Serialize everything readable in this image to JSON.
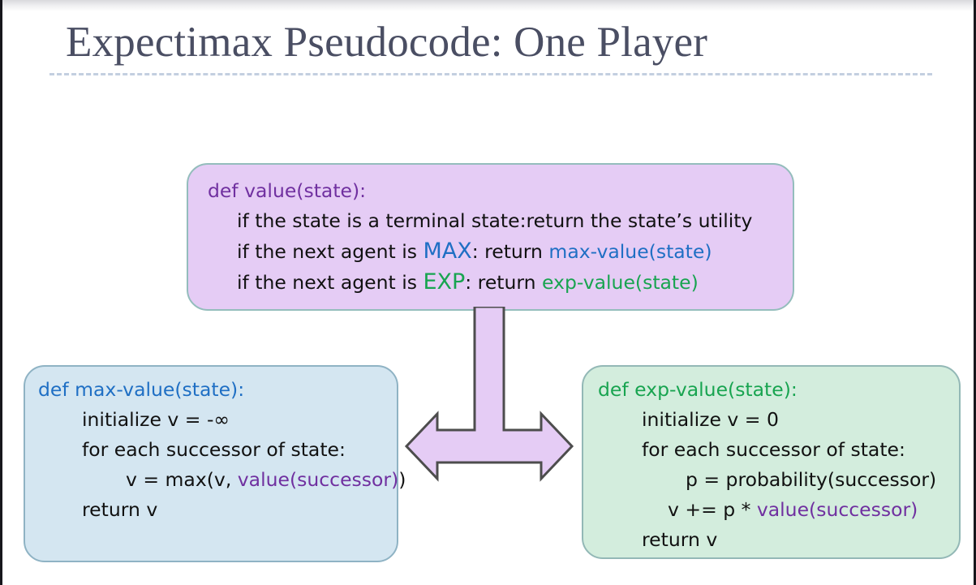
{
  "slide": {
    "title": "Expectimax Pseudocode: One Player",
    "title_color": "#4a4e63",
    "rule_color": "#c3cfe0",
    "background": "#ffffff"
  },
  "colors": {
    "purple_text": "#7030a0",
    "blue_text": "#1f6fc4",
    "green_text": "#18a450",
    "body_text": "#111111",
    "purple_box_fill": "#e5ccf5",
    "purple_box_border": "#94bdbc",
    "blue_box_fill": "#d4e6f1",
    "blue_box_border": "#8fb3c4",
    "green_box_fill": "#d3eddd",
    "green_box_border": "#93b8b6",
    "arrow_fill": "#e5ccf5",
    "arrow_border": "#4d4d4d"
  },
  "value_box": {
    "name": "value",
    "line1_signature": "def value(state):",
    "line2_a": "if the state is a terminal state:",
    "line2_b": "return the state’s utility",
    "line3_a": "if the next agent is ",
    "line3_kw": "MAX",
    "line3_b": ": return ",
    "line3_call": "max-value(state)",
    "line4_a": "if the next agent is ",
    "line4_kw": "EXP",
    "line4_b": ": return ",
    "line4_call": "exp-value(state)"
  },
  "max_box": {
    "name": "max-value",
    "line1_signature": "def max-value(state):",
    "line2": "initialize v = -∞",
    "line3": "for each successor of state:",
    "line4_a": "v = max(v, ",
    "line4_call": "value(successor)",
    "line4_b": ")",
    "line5": "return v"
  },
  "exp_box": {
    "name": "exp-value",
    "line1_signature": "def exp-value(state):",
    "line2": "initialize v = 0",
    "line3": "for each successor of state:",
    "line4": "p = probability(successor)",
    "line5_a": "v += p * ",
    "line5_call": "value(successor)",
    "line6": "return v"
  },
  "arrow": {
    "icon": "double-headed-arrow-down-split",
    "description": "vertical stem from value box splitting into left and right arrowheads"
  }
}
